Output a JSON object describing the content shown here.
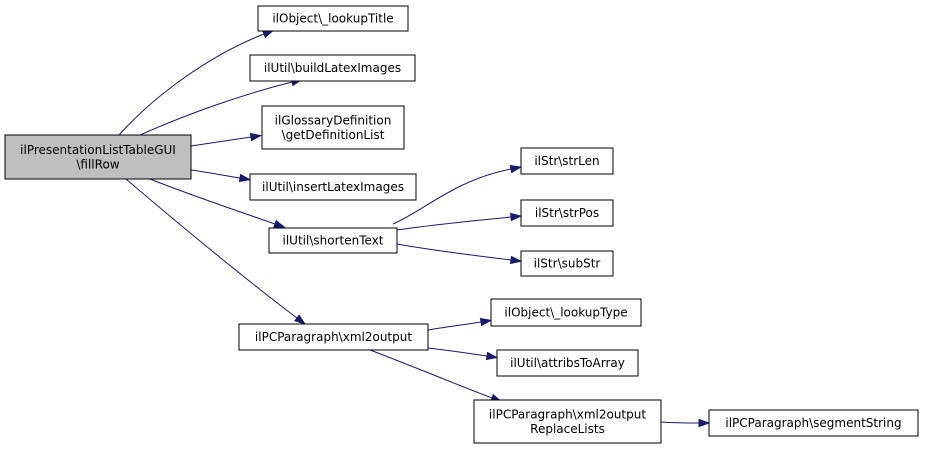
{
  "nodes": {
    "fill_row": [
      "ilPresentationListTableGUI",
      "\\fillRow"
    ],
    "lookup_title": [
      "ilObject\\_lookupTitle"
    ],
    "build_latex": [
      "ilUtil\\buildLatexImages"
    ],
    "glossary_def": [
      "ilGlossaryDefinition",
      "\\getDefinitionList"
    ],
    "insert_latex": [
      "ilUtil\\insertLatexImages"
    ],
    "shorten_text": [
      "ilUtil\\shortenText"
    ],
    "str_len": [
      "ilStr\\strLen"
    ],
    "str_pos": [
      "ilStr\\strPos"
    ],
    "sub_str": [
      "ilStr\\subStr"
    ],
    "xml2output": [
      "ilPCParagraph\\xml2output"
    ],
    "lookup_type": [
      "ilObject\\_lookupType"
    ],
    "attribs_to_array": [
      "ilUtil\\attribsToArray"
    ],
    "replace_lists": [
      "ilPCParagraph\\xml2output",
      "ReplaceLists"
    ],
    "segment_string": [
      "ilPCParagraph\\segmentString"
    ]
  },
  "edges": [
    [
      "fill_row",
      "lookup_title"
    ],
    [
      "fill_row",
      "build_latex"
    ],
    [
      "fill_row",
      "glossary_def"
    ],
    [
      "fill_row",
      "insert_latex"
    ],
    [
      "fill_row",
      "shorten_text"
    ],
    [
      "fill_row",
      "xml2output"
    ],
    [
      "shorten_text",
      "str_len"
    ],
    [
      "shorten_text",
      "str_pos"
    ],
    [
      "shorten_text",
      "sub_str"
    ],
    [
      "xml2output",
      "lookup_type"
    ],
    [
      "xml2output",
      "attribs_to_array"
    ],
    [
      "xml2output",
      "replace_lists"
    ],
    [
      "replace_lists",
      "segment_string"
    ]
  ],
  "colors": {
    "edge": "#191970",
    "root_fill": "#bfbfbf",
    "node_fill": "#ffffff",
    "border": "#000000"
  }
}
